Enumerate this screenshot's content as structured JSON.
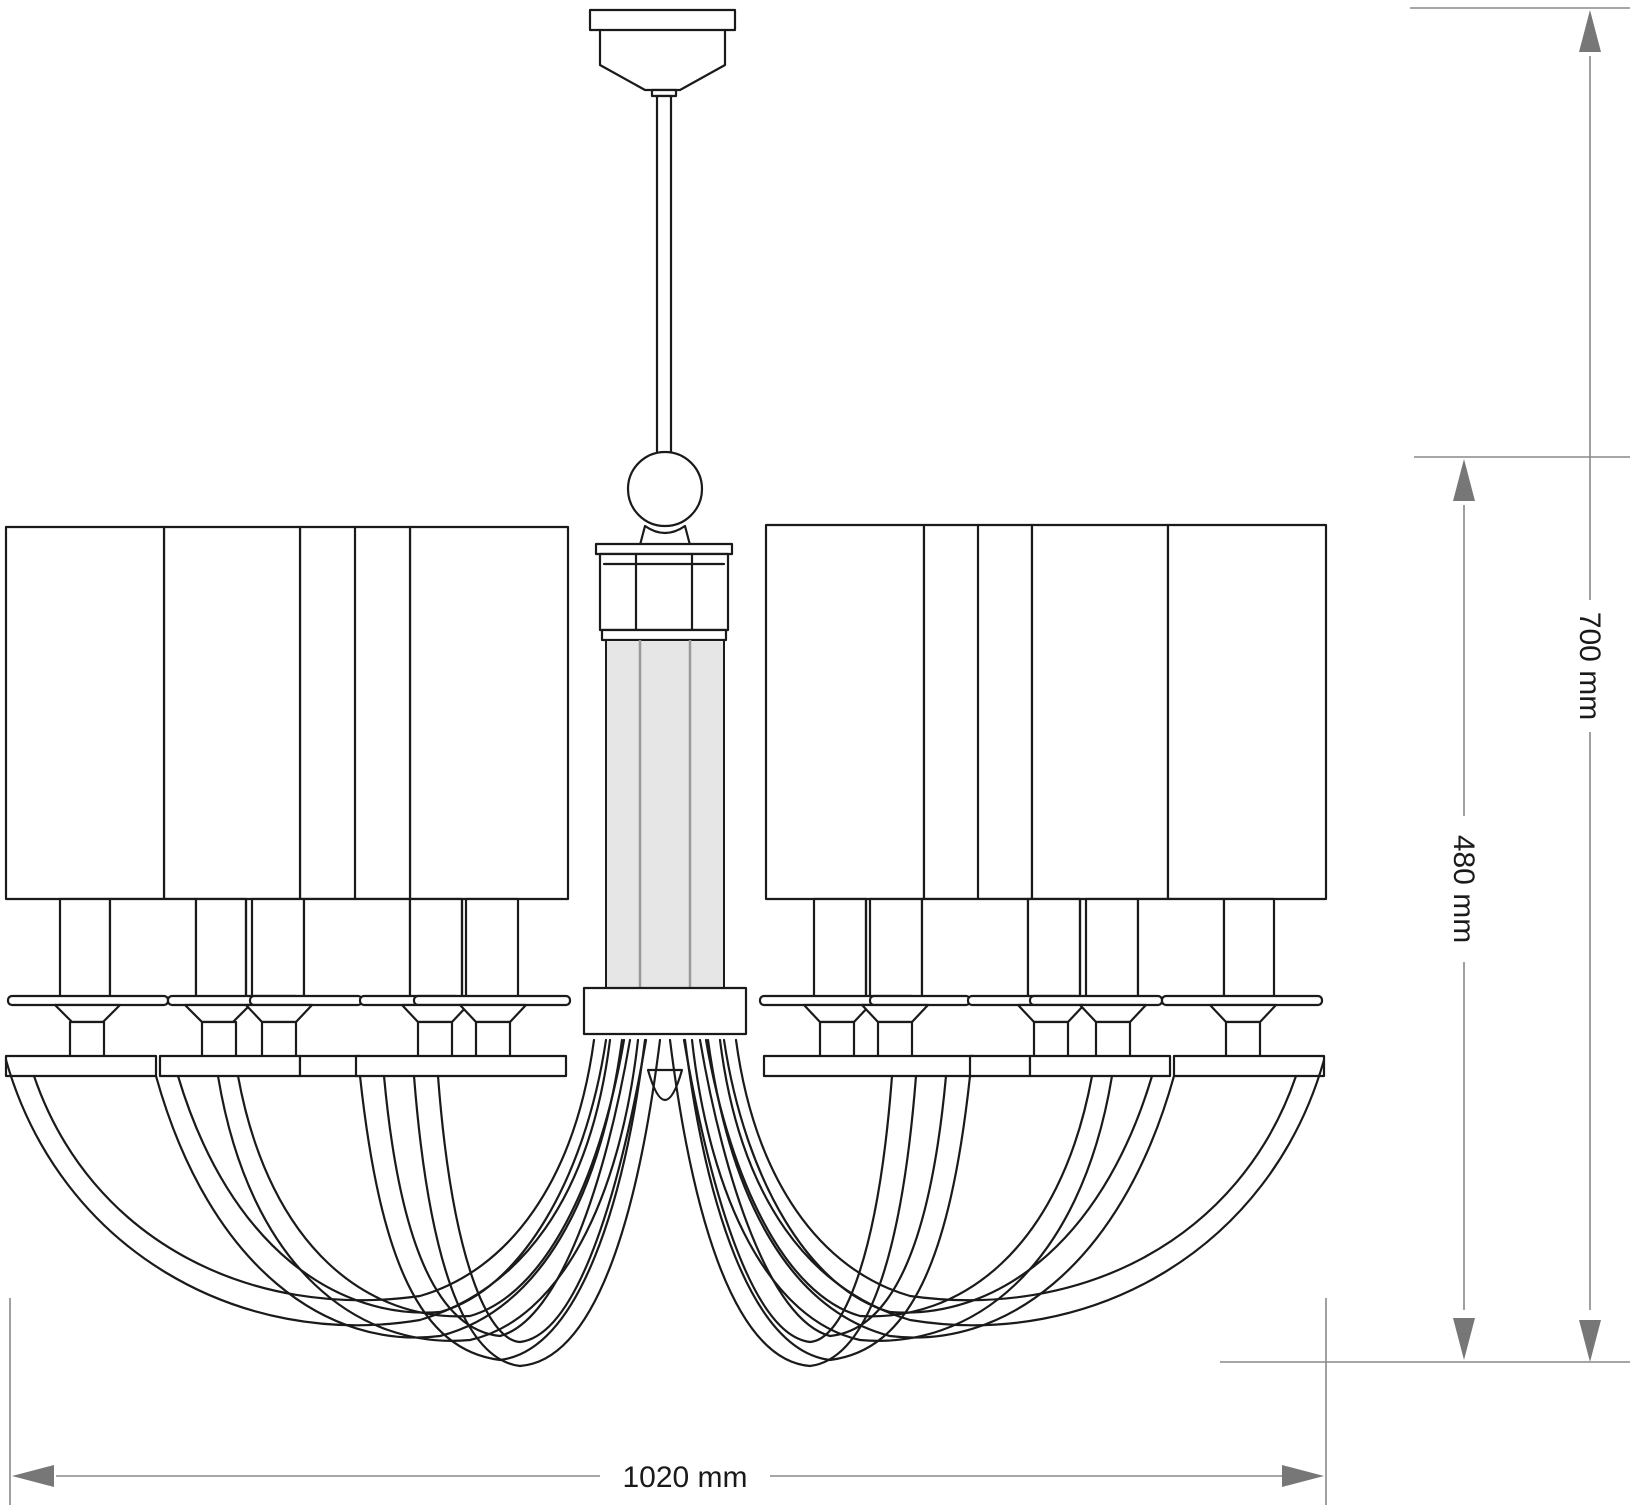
{
  "dimensions": {
    "total_height": "700 mm",
    "body_height": "480 mm",
    "width": "1020 mm"
  },
  "colors": {
    "line": "#1a1a1a",
    "dimension_line": "#888888",
    "arrow": "#777777",
    "glass_rod": "#e6e6e6"
  }
}
